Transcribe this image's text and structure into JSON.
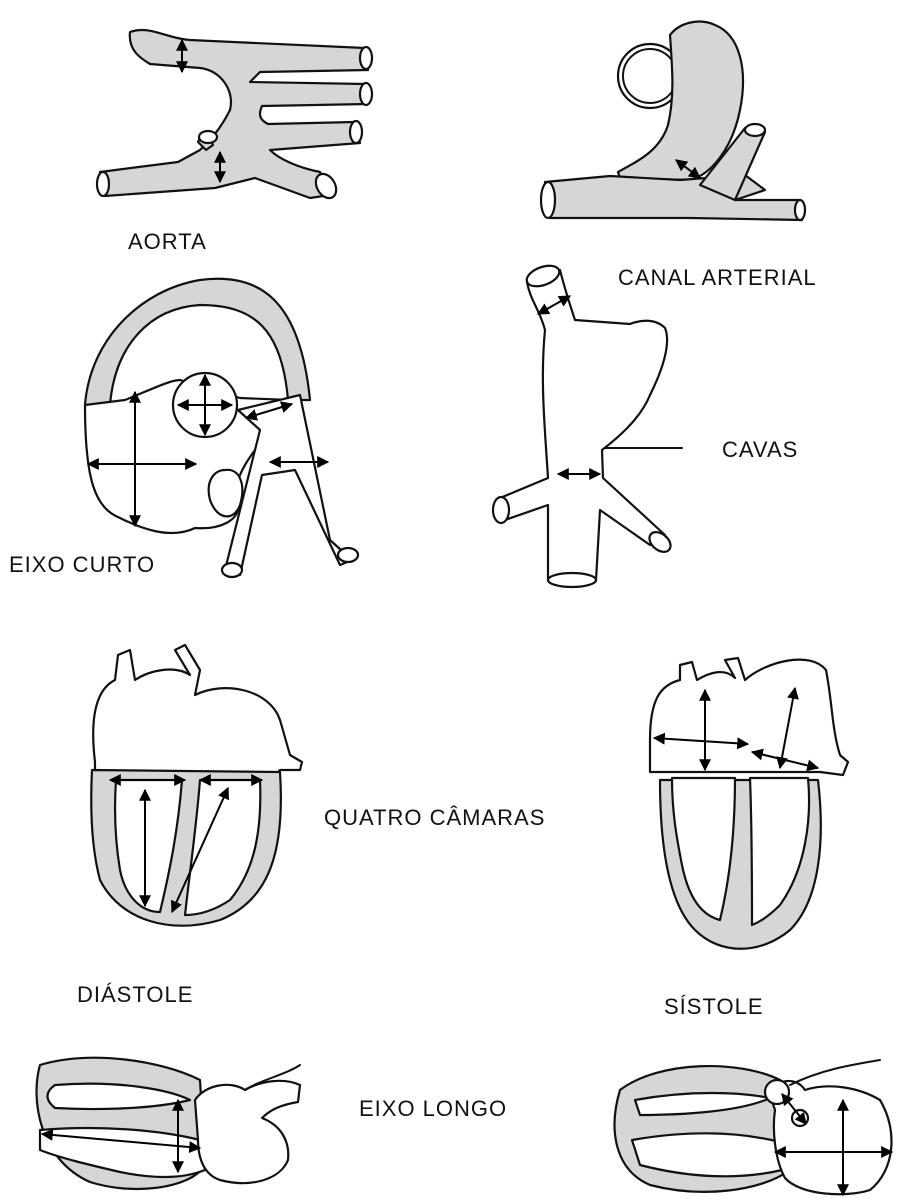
{
  "labels": {
    "aorta": "AORTA",
    "canal_arterial": "CANAL ARTERIAL",
    "eixo_curto": "EIXO CURTO",
    "cavas": "CAVAS",
    "quatro_camaras": "QUATRO CÂMARAS",
    "diastole": "DIÁSTOLE",
    "sistole": "SÍSTOLE",
    "eixo_longo": "EIXO LONGO"
  }
}
